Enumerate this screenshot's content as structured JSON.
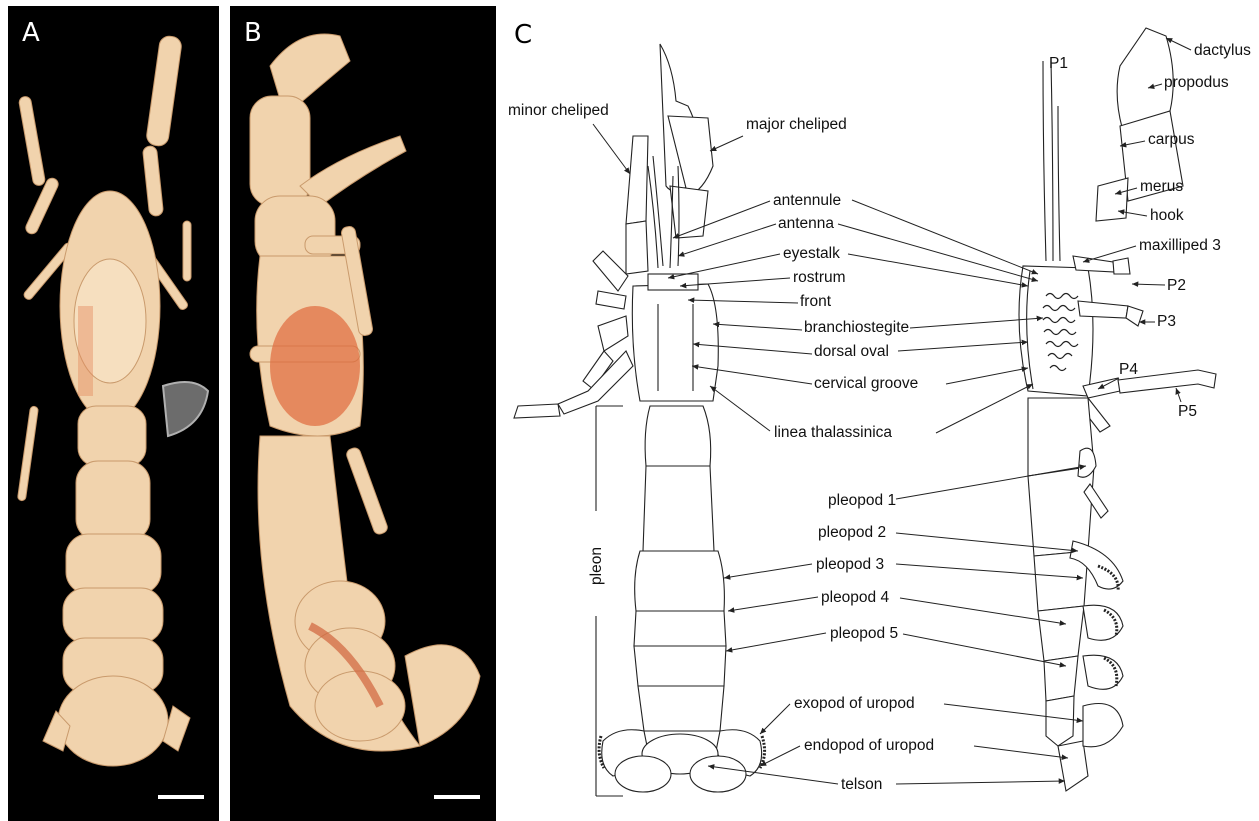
{
  "panels": {
    "a": {
      "letter": "A"
    },
    "b": {
      "letter": "B"
    },
    "c": {
      "letter": "C"
    }
  },
  "colors": {
    "photo_background": "#000000",
    "specimen_body": "#f1d3ad",
    "specimen_shadow": "#d8ac7f",
    "specimen_red": "#e06a3c",
    "drawing_line": "#222222"
  },
  "labels": {
    "dorsal_view": {
      "minor_cheliped": "minor cheliped",
      "major_cheliped": "major cheliped",
      "antennule": "antennule",
      "antenna": "antenna",
      "eyestalk": "eyestalk",
      "rostrum": "rostrum",
      "front": "front",
      "branchiostegite": "branchiostegite",
      "dorsal_oval": "dorsal oval",
      "cervical_groove": "cervical groove",
      "linea_thalassinica": "linea thalassinica",
      "pleon": "pleon"
    },
    "lateral_view": {
      "p1": "P1",
      "dactylus": "dactylus",
      "propodus": "propodus",
      "carpus": "carpus",
      "merus": "merus",
      "hook": "hook",
      "maxilliped_3": "maxilliped 3",
      "p2": "P2",
      "p3": "P3",
      "p4": "P4",
      "p5": "P5"
    },
    "appendages": {
      "pleopod_1": "pleopod 1",
      "pleopod_2": "pleopod 2",
      "pleopod_3": "pleopod 3",
      "pleopod_4": "pleopod 4",
      "pleopod_5": "pleopod 5",
      "exopod_of_uropod": "exopod of uropod",
      "endopod_of_uropod": "endopod of uropod",
      "telson": "telson"
    }
  }
}
